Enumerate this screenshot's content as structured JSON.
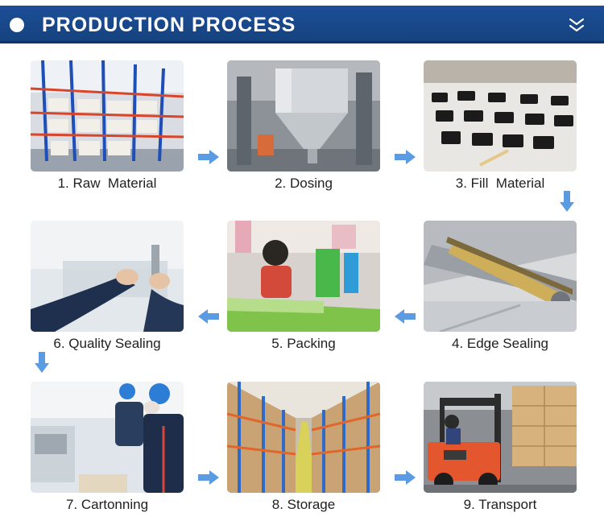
{
  "header": {
    "title": "PRODUCTION PROCESS",
    "bullet_icon": "circle-bullet-icon",
    "toggle_icon": "double-chevron-down-icon"
  },
  "colors": {
    "header_blue": "#1c4e97",
    "arrow_blue": "#5b9be4",
    "caption_text": "#1f1f1f"
  },
  "steps": [
    {
      "caption": "1. Raw  Material"
    },
    {
      "caption": "2. Dosing"
    },
    {
      "caption": "3. Fill  Material"
    },
    {
      "caption": "4. Edge Sealing"
    },
    {
      "caption": "5. Packing"
    },
    {
      "caption": "6. Quality Sealing"
    },
    {
      "caption": "7. Cartonning"
    },
    {
      "caption": "8. Storage"
    },
    {
      "caption": "9. Transport"
    }
  ],
  "flow_icons": [
    "arrow-right-icon",
    "arrow-down-icon",
    "arrow-left-icon"
  ]
}
